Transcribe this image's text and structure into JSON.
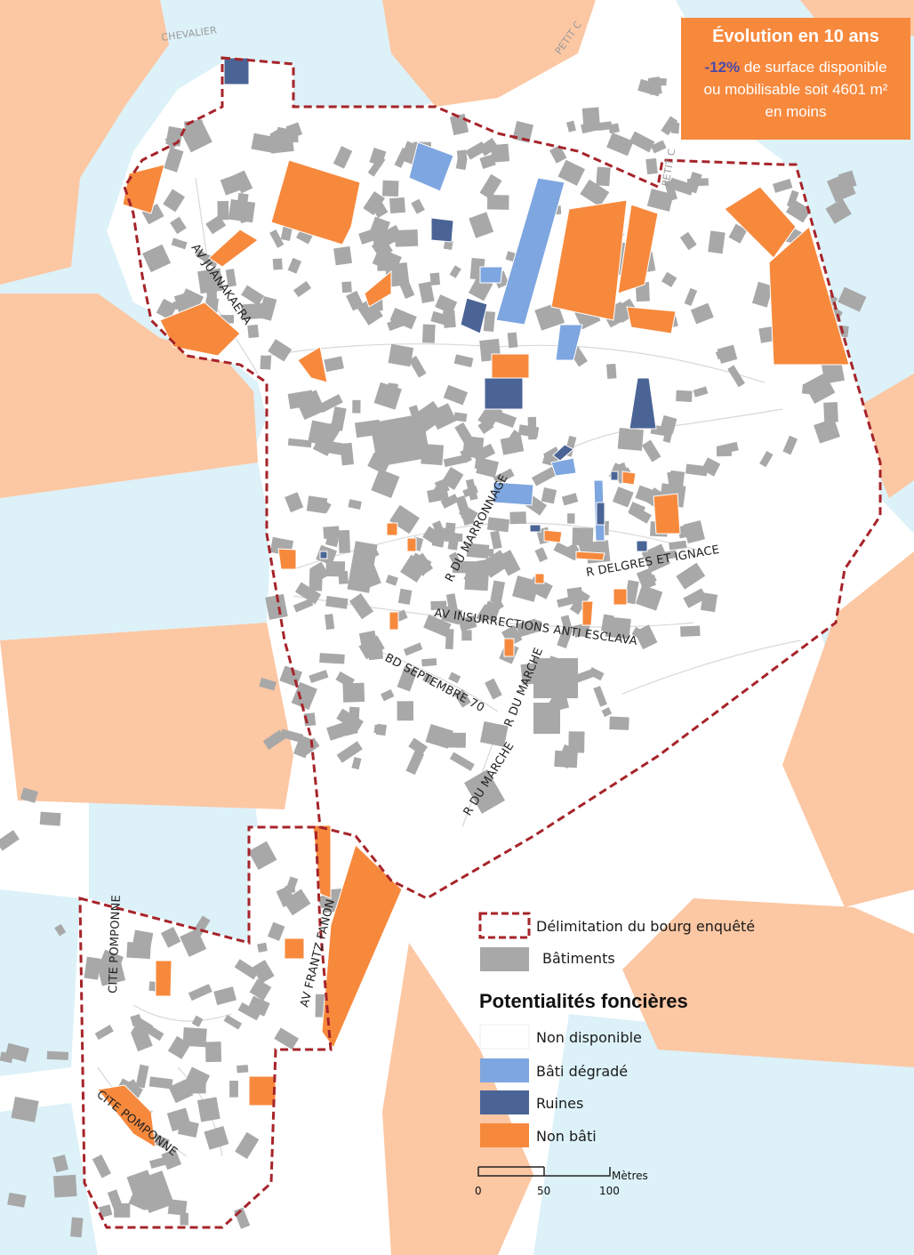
{
  "info_box": {
    "title": "Évolution en 10 ans",
    "pct": "-12%",
    "line1_rest": " de surface disponible",
    "line2": "ou mobilisable soit 4601 m²",
    "line3": "en moins"
  },
  "streets": {
    "av_juanakaera": "AV JUANAKAERA",
    "r_marronnage": "R DU MARRONNAGE",
    "r_delgres": "R DELGRES ET IGNACE",
    "av_insurrections": "AV INSURRECTIONS ANTI ESCLAVA",
    "bd_septembre": "BD SEPTEMBRE 70",
    "r_marche_1": "R DU MARCHE",
    "r_marche_2": "R DU MARCHE",
    "av_frantz_fanon": "AV FRANTZ FANON",
    "cite_pomponne_1": "CITE POMPONNE",
    "cite_pomponne_2": "CITE POMPONNE",
    "chevalier": "CHEVALIER",
    "petit_c": "PETIT C",
    "petit_c2": "PETIT C"
  },
  "legend": {
    "boundary": "Délimitation du bourg enquêté",
    "buildings": "Bâtiments",
    "title": "Potentialités foncières",
    "items": [
      {
        "label": "Non disponible",
        "color": "#ffffff"
      },
      {
        "label": "Bâti dégradé",
        "color": "#7ea6e0"
      },
      {
        "label": "Ruines",
        "color": "#4a6496"
      },
      {
        "label": "Non bâti",
        "color": "#f7893d"
      }
    ]
  },
  "scale": {
    "unit": "Mètres",
    "ticks": [
      "0",
      "50",
      "100"
    ]
  },
  "colors": {
    "water": "#dcf1f8",
    "agri": "#fcc7a3",
    "building": "#a8a8a8",
    "non_bati": "#f7893d",
    "bati_degrade": "#7ea6e0",
    "ruines": "#4a6496",
    "boundary": "#a6242a"
  }
}
